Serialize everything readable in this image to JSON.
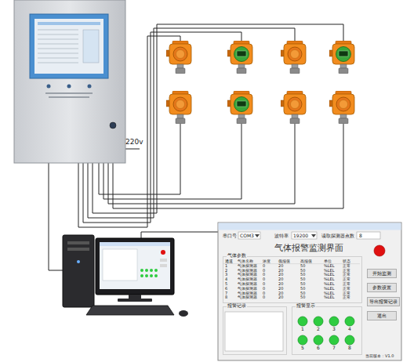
{
  "diagram": {
    "nodes": [
      {
        "text": [
          "气体报警监测界面"
        ]
      },
      {
        "text": [
          "气体参数"
        ],
        "in": 0
      },
      {
        "text": [
          "开始监测"
        ],
        "in": 0
      },
      {
        "text": [
          "参数设置"
        ],
        "in": 0
      },
      {
        "text": [
          "导出报警记录"
        ],
        "in": 0
      },
      {
        "text": [
          "退出"
        ],
        "in": 0
      },
      {
        "text": [
          "报警记录"
        ],
        "in": 0
      },
      {
        "text": [
          "报警显示"
        ],
        "in": 0
      }
    ],
    "labels": [
      "220v",
      "串口号",
      "COM3",
      "波特率",
      "19200",
      "读取探测器点数",
      "8",
      "通道",
      "气体名称",
      "浓度",
      "低报值",
      "高报值",
      "单位",
      "状态",
      "1",
      "气体探测器",
      "0",
      "20",
      "50",
      "%LEL",
      "正常",
      "2",
      "气体探测器",
      "0",
      "20",
      "50",
      "%LEL",
      "正常",
      "3",
      "气体探测器",
      "0",
      "20",
      "50",
      "%LEL",
      "正常",
      "4",
      "气体探测器",
      "0",
      "20",
      "50",
      "%LEL",
      "正常",
      "5",
      "气体探测器",
      "0",
      "20",
      "50",
      "%LEL",
      "正常",
      "6",
      "气体探测器",
      "0",
      "20",
      "50",
      "%LEL",
      "正常",
      "7",
      "气体探测器",
      "0",
      "20",
      "50",
      "%LEL",
      "正常",
      "8",
      "气体探测器",
      "0",
      "20",
      "50",
      "%LEL",
      "正常",
      "1",
      "2",
      "3",
      "4",
      "5",
      "6",
      "7",
      "8",
      "当前版本：V1.0"
    ]
  }
}
